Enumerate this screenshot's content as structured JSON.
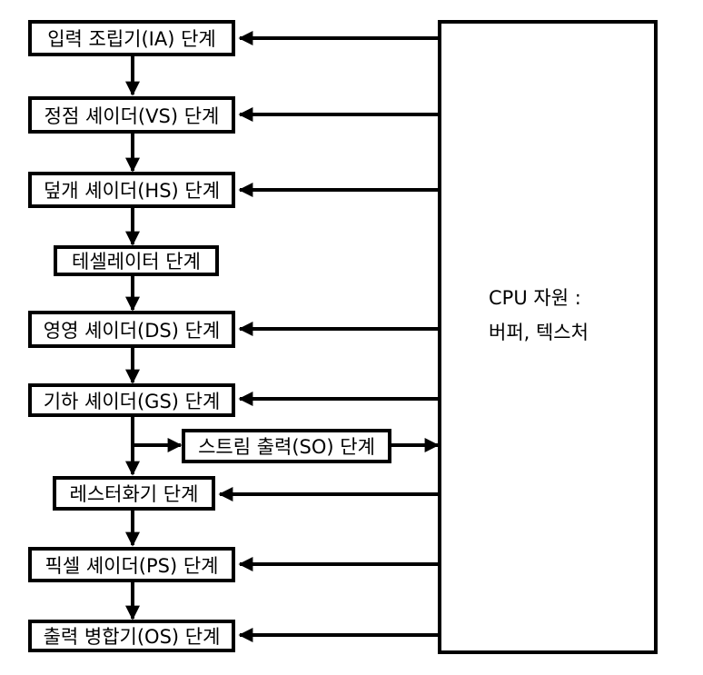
{
  "stages": [
    {
      "id": "ia",
      "label": "입력 조립기(IA) 단계"
    },
    {
      "id": "vs",
      "label": "정점 셰이더(VS) 단계"
    },
    {
      "id": "hs",
      "label": "덮개 셰이더(HS) 단계"
    },
    {
      "id": "tess",
      "label": "테셀레이터 단계"
    },
    {
      "id": "ds",
      "label": "영영 셰이더(DS) 단계"
    },
    {
      "id": "gs",
      "label": "기하 셰이더(GS) 단계"
    },
    {
      "id": "so",
      "label": "스트림 출력(SO) 단계"
    },
    {
      "id": "rs",
      "label": "레스터화기 단계"
    },
    {
      "id": "ps",
      "label": "픽셀 셰이더(PS) 단계"
    },
    {
      "id": "om",
      "label": "출력 병합기(OS) 단계"
    }
  ],
  "resources": {
    "line1": "CPU 자원 :",
    "line2": "버퍼, 텍스처"
  },
  "colors": {
    "stroke": "#000000",
    "fill": "#ffffff"
  }
}
